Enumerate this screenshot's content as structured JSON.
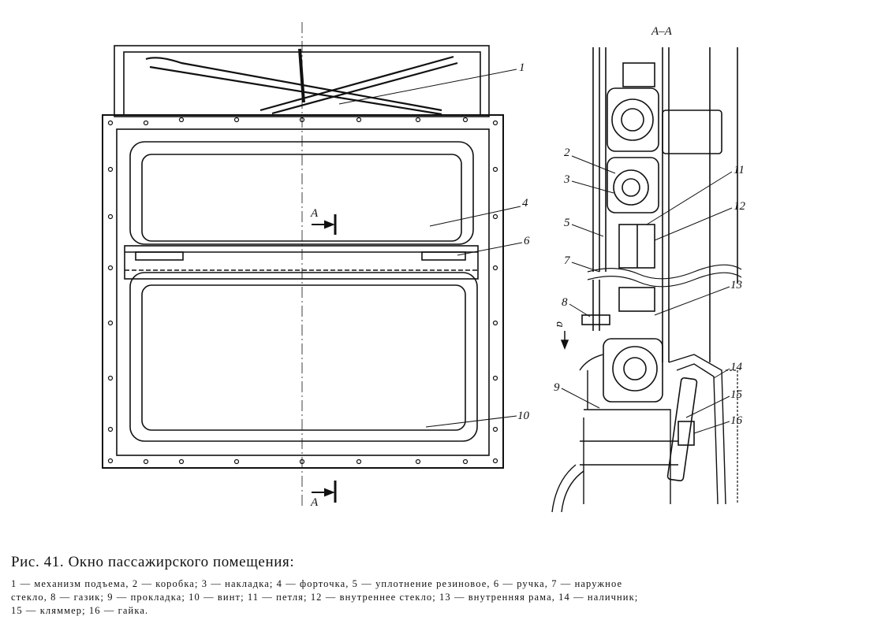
{
  "figure": {
    "title": "Рис. 41. Окно пассажирского помещения:",
    "legend_lines": [
      "1 — механизм подъема, 2 — коробка; 3 — накладка; 4 — форточка, 5 — уплотнение резиновое, 6 — ручка, 7 — наружное",
      "стекло, 8 — газик; 9 — прокладка; 10 — винт; 11 — петля; 12 — внутреннее стекло; 13 — внутренняя рама, 14 — наличник;",
      "15 — кляммер; 16 — гайка."
    ],
    "callouts_front": [
      "1",
      "4",
      "6",
      "10"
    ],
    "section_marker": "A",
    "section_title": "A–A",
    "callouts_section": [
      "2",
      "3",
      "5",
      "7",
      "8",
      "9",
      "11",
      "12",
      "13",
      "14",
      "15",
      "16"
    ],
    "view_marker": "a"
  }
}
